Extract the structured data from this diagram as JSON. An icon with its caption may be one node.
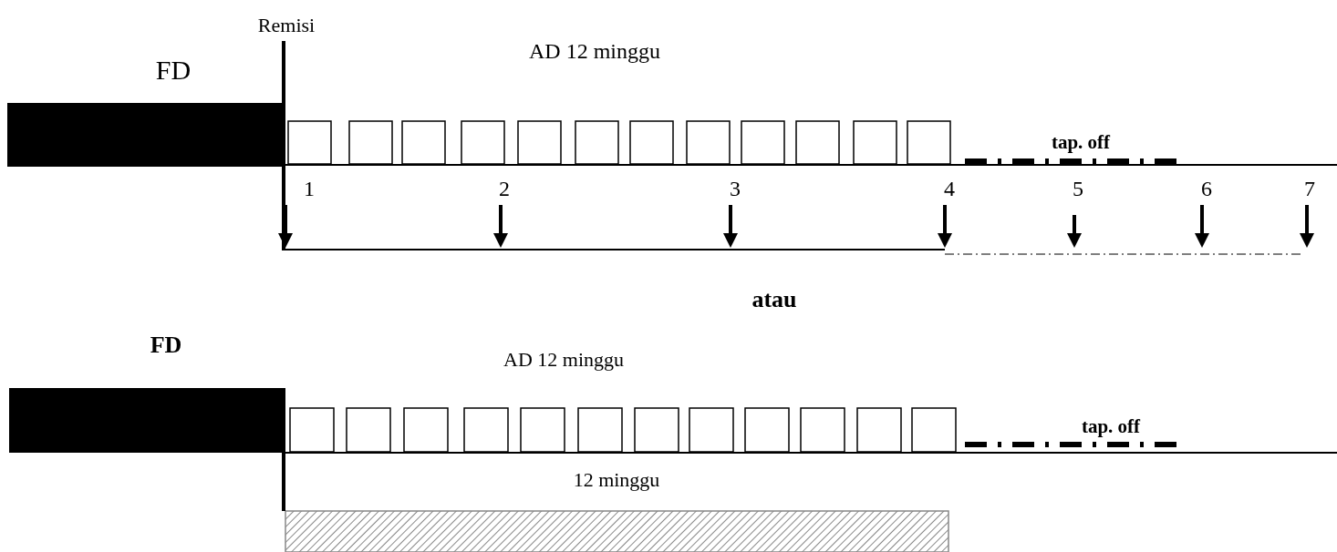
{
  "diagram": {
    "nodes": [
      {
        "text": [],
        "shape": "bar",
        "beside": [
          "FD"
        ]
      },
      {
        "text": [],
        "shape": "bar",
        "beside": [
          "FD"
        ]
      },
      {
        "text": [],
        "shape": "bar",
        "beside": [
          "12 minggu"
        ]
      }
    ],
    "edges": [
      {
        "from": 1,
        "to": 2,
        "arrow": "none"
      }
    ],
    "labels": [
      "Remisi",
      "AD 12 minggu",
      "tap. off",
      "1",
      "2",
      "3",
      "4",
      "5",
      "6",
      "7",
      "atau",
      "AD 12 minggu",
      "tap. off"
    ]
  }
}
